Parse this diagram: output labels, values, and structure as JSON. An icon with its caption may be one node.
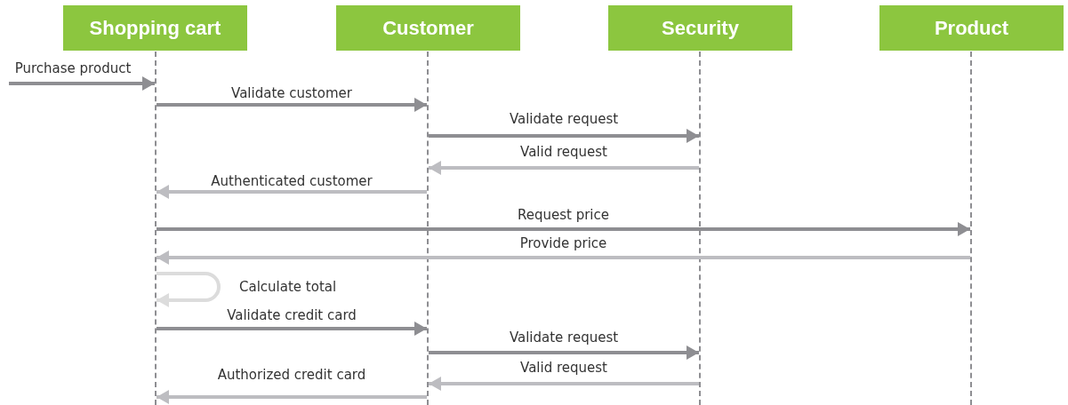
{
  "diagram": {
    "nodes": [
      {
        "text": [
          "Shopping cart"
        ]
      },
      {
        "text": [
          "Customer"
        ]
      },
      {
        "text": [
          "Security"
        ]
      },
      {
        "text": [
          "Product"
        ]
      },
      {
        "text": [],
        "shape": "line"
      },
      {
        "text": [],
        "shape": "line"
      },
      {
        "text": [],
        "shape": "line"
      },
      {
        "text": [],
        "shape": "line"
      }
    ],
    "edges": [
      {
        "from": null,
        "to": 4,
        "arrow": "to",
        "label": "Purchase product"
      },
      {
        "from": 4,
        "to": 5,
        "arrow": "to",
        "label": "Validate customer"
      },
      {
        "from": 5,
        "to": 6,
        "arrow": "to",
        "label": "Validate request"
      },
      {
        "from": 6,
        "to": 5,
        "arrow": "to",
        "label": "Valid request",
        "color": "#bdbdc1"
      },
      {
        "from": 5,
        "to": 4,
        "arrow": "to",
        "label": "Authenticated customer",
        "color": "#bdbdc1"
      },
      {
        "from": 4,
        "to": 7,
        "arrow": "to",
        "label": "Request price"
      },
      {
        "from": 7,
        "to": 4,
        "arrow": "to",
        "label": "Provide price",
        "color": "#bdbdc1"
      },
      {
        "from": 4,
        "to": 4,
        "arrow": "to",
        "label": "Calculate total",
        "color": "#dcdcdc"
      },
      {
        "from": 4,
        "to": 5,
        "arrow": "to",
        "label": "Validate credit card"
      },
      {
        "from": 5,
        "to": 6,
        "arrow": "to",
        "label": "Validate request"
      },
      {
        "from": 6,
        "to": 5,
        "arrow": "to",
        "label": "Valid request",
        "color": "#bdbdc1"
      },
      {
        "from": 5,
        "to": 4,
        "arrow": "to",
        "label": "Authorized credit card",
        "color": "#bdbdc1"
      }
    ]
  }
}
